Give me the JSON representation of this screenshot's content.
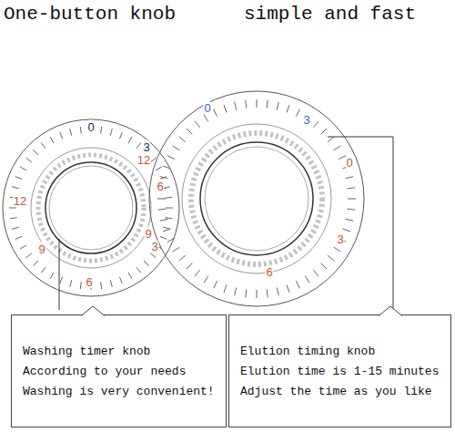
{
  "diagram": {
    "title": "One-button knob",
    "nodes": [
      {
        "text": [
          "Washing timer knob",
          "According to your needs",
          "Washing is very convenient!"
        ]
      },
      {
        "text": [
          "Elution timing knob",
          "Elution time is 1-15 minutes",
          "Adjust the time as you like"
        ]
      }
    ],
    "labels": [
      "simple and fast",
      "0",
      "3",
      "12",
      "9",
      "6",
      "12",
      "6",
      "9",
      "3",
      "0",
      "3",
      "0",
      "3",
      "6"
    ]
  }
}
